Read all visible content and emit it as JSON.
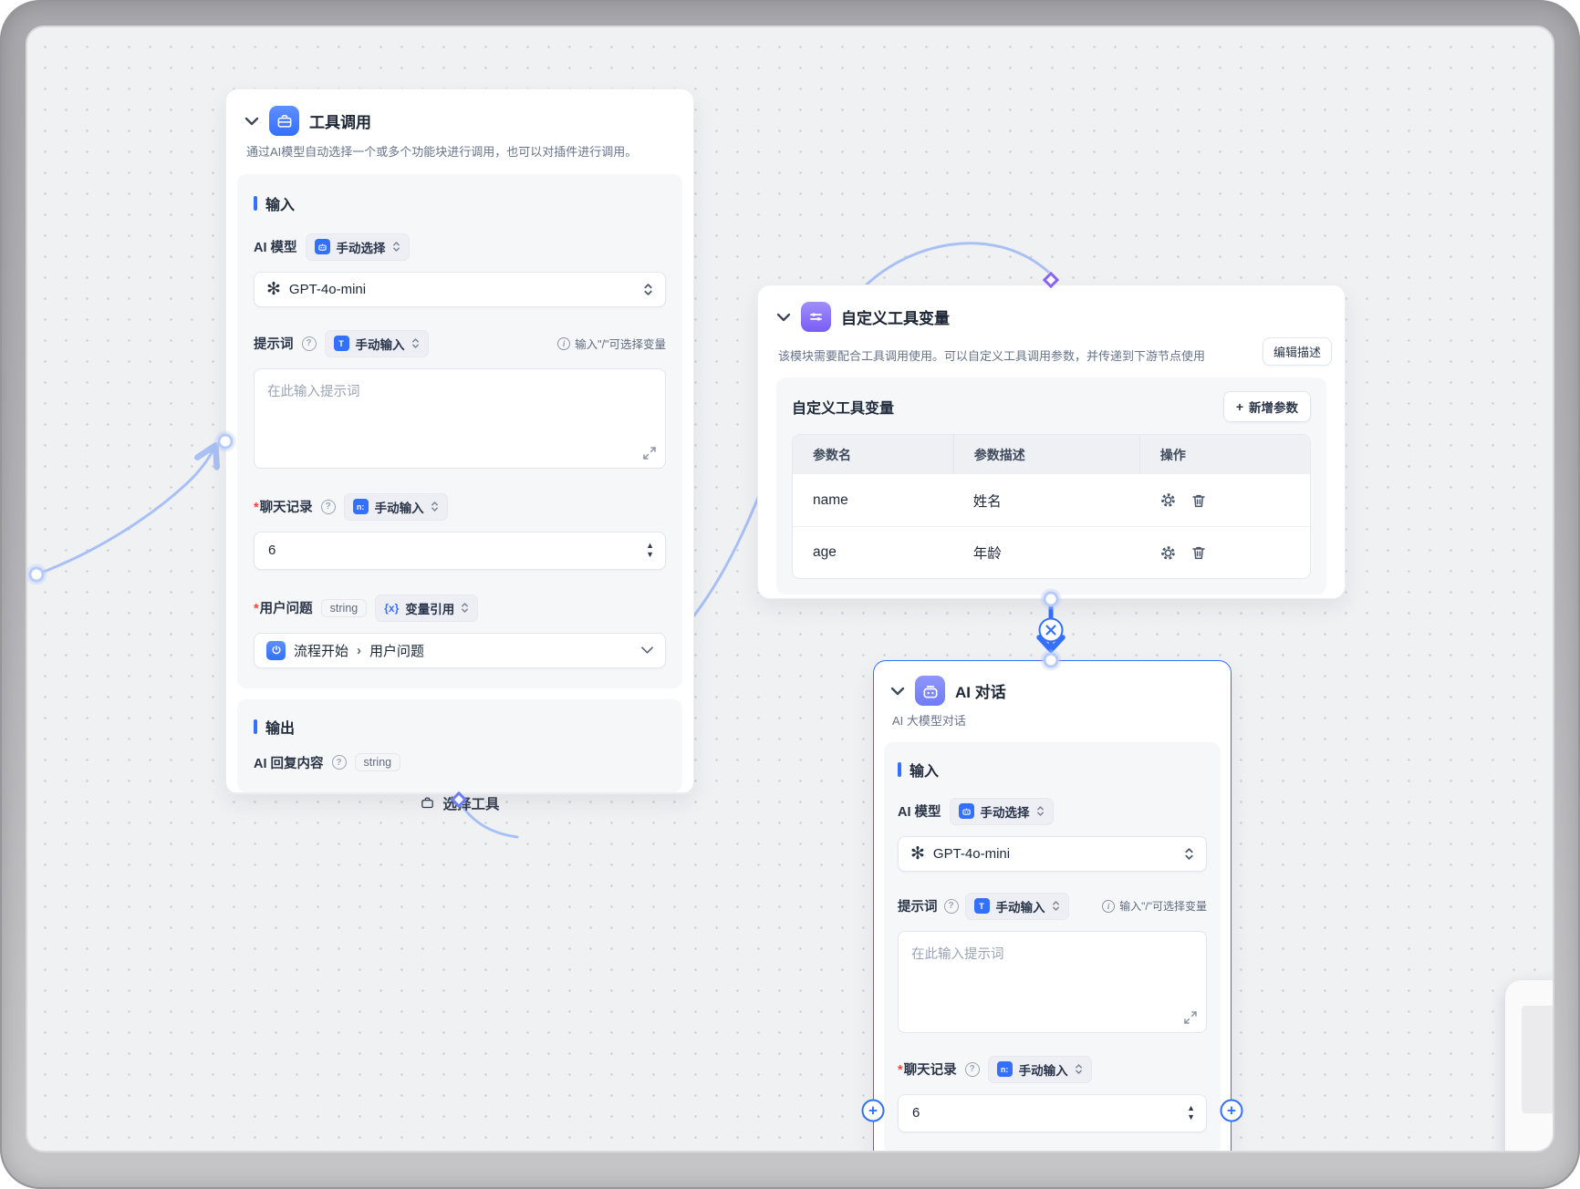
{
  "colors": {
    "accent": "#3370ff",
    "purple": "#7a5cf6",
    "edge_light": "#a9c0f5",
    "canvas_bg": "#f0f1f3"
  },
  "icons": {
    "required": "*",
    "plus": "+",
    "help": "?",
    "info": "i",
    "openai_logo": "✻",
    "spinner_up": "▲",
    "spinner_down": "▼",
    "variable_braces": "{x}",
    "breadcrumb_sep": "›",
    "prompt_tile": "T",
    "number_tile": "n:"
  },
  "node_tool_call": {
    "title": "工具调用",
    "description": "通过AI模型自动选择一个或多个功能块进行调用，也可以对插件进行调用。",
    "input_section": "输入",
    "model_label": "AI 模型",
    "model_mode": "手动选择",
    "model_value": "GPT-4o-mini",
    "prompt_label": "提示词",
    "prompt_mode": "手动输入",
    "prompt_hint": "输入\"/\"可选择变量",
    "prompt_placeholder": "在此输入提示词",
    "history_label": "聊天记录",
    "history_mode": "手动输入",
    "history_value": "6",
    "question_label": "用户问题",
    "question_type": "string",
    "question_mode": "变量引用",
    "question_source": "流程开始",
    "question_field": "用户问题",
    "output_section": "输出",
    "output_name": "AI 回复内容",
    "output_type": "string",
    "select_tool_button": "选择工具"
  },
  "node_custom_vars": {
    "title": "自定义工具变量",
    "description": "该模块需要配合工具调用使用。可以自定义工具调用参数，并传递到下游节点使用",
    "edit_desc_button": "编辑描述",
    "panel_title": "自定义工具变量",
    "add_param_button": "新增参数",
    "table": {
      "headers": [
        "参数名",
        "参数描述",
        "操作"
      ],
      "rows": [
        {
          "name": "name",
          "desc": "姓名"
        },
        {
          "name": "age",
          "desc": "年龄"
        }
      ]
    }
  },
  "node_ai_chat": {
    "title": "AI 对话",
    "subtitle": "AI 大模型对话",
    "input_section": "输入",
    "model_label": "AI 模型",
    "model_mode": "手动选择",
    "model_value": "GPT-4o-mini",
    "prompt_label": "提示词",
    "prompt_mode": "手动输入",
    "prompt_hint": "输入\"/\"可选择变量",
    "prompt_placeholder": "在此输入提示词",
    "history_label": "聊天记录",
    "history_mode": "手动输入",
    "history_value": "6"
  }
}
